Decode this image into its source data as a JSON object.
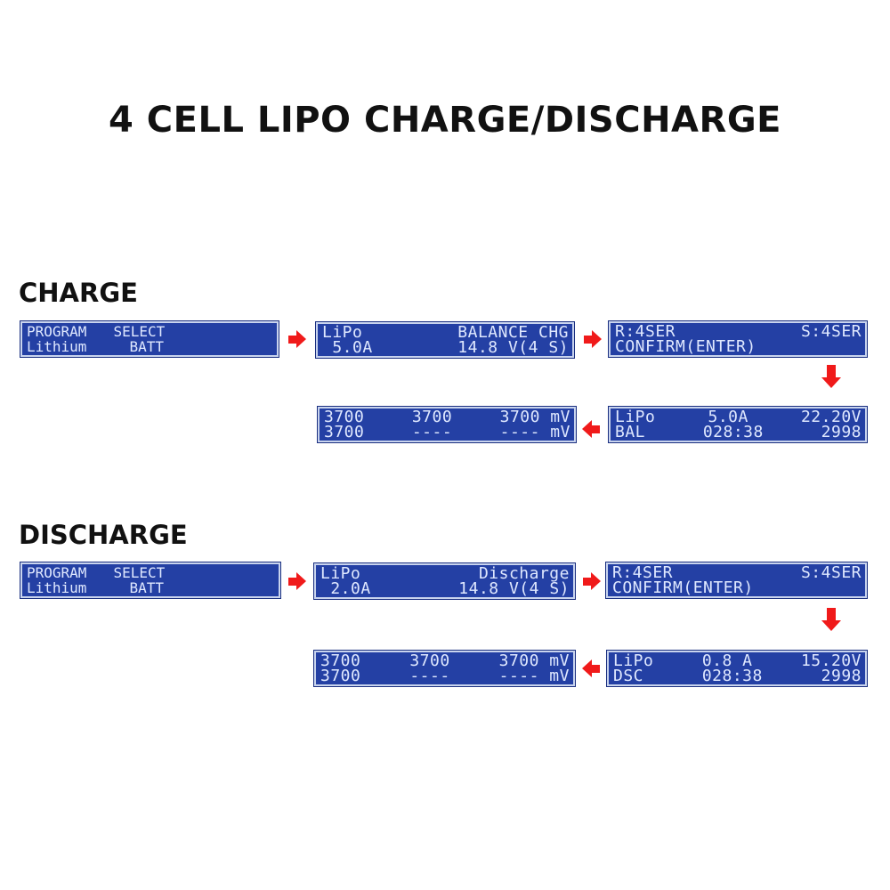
{
  "title": "4 CELL LIPO CHARGE/DISCHARGE",
  "charge": {
    "label": "CHARGE",
    "screens": [
      {
        "line1": [
          "PROGRAM",
          "SELECT",
          ""
        ],
        "line2": [
          "Lithium",
          "BATT",
          ""
        ]
      },
      {
        "line1": [
          "LiPo",
          "BALANCE CHG"
        ],
        "line2": [
          " 5.0A",
          "14.8 V(4 S)"
        ]
      },
      {
        "line1": [
          "R:4SER",
          "S:4SER"
        ],
        "line2": [
          "CONFIRM(ENTER)",
          ""
        ]
      },
      {
        "line1": [
          "LiPo",
          "5.0A",
          "22.20V"
        ],
        "line2": [
          "BAL",
          "028:38",
          "2998"
        ]
      },
      {
        "line1": [
          "3700",
          "3700",
          "3700 mV"
        ],
        "line2": [
          "3700",
          "----",
          "---- mV"
        ]
      }
    ]
  },
  "discharge": {
    "label": "DISCHARGE",
    "screens": [
      {
        "line1": [
          "PROGRAM",
          "SELECT",
          ""
        ],
        "line2": [
          "Lithium",
          "BATT",
          ""
        ]
      },
      {
        "line1": [
          "LiPo",
          "Discharge"
        ],
        "line2": [
          " 2.0A",
          "14.8 V(4 S)"
        ]
      },
      {
        "line1": [
          "R:4SER",
          "S:4SER"
        ],
        "line2": [
          "CONFIRM(ENTER)",
          ""
        ]
      },
      {
        "line1": [
          "LiPo",
          "0.8 A",
          "15.20V"
        ],
        "line2": [
          "DSC",
          "028:38",
          "2998"
        ]
      },
      {
        "line1": [
          "3700",
          "3700",
          "3700 mV"
        ],
        "line2": [
          "3700",
          "----",
          "---- mV"
        ]
      }
    ]
  },
  "colors": {
    "lcd_bg": "#2440a4",
    "lcd_text": "#dfe8ff",
    "arrow": "#f01a1a"
  }
}
